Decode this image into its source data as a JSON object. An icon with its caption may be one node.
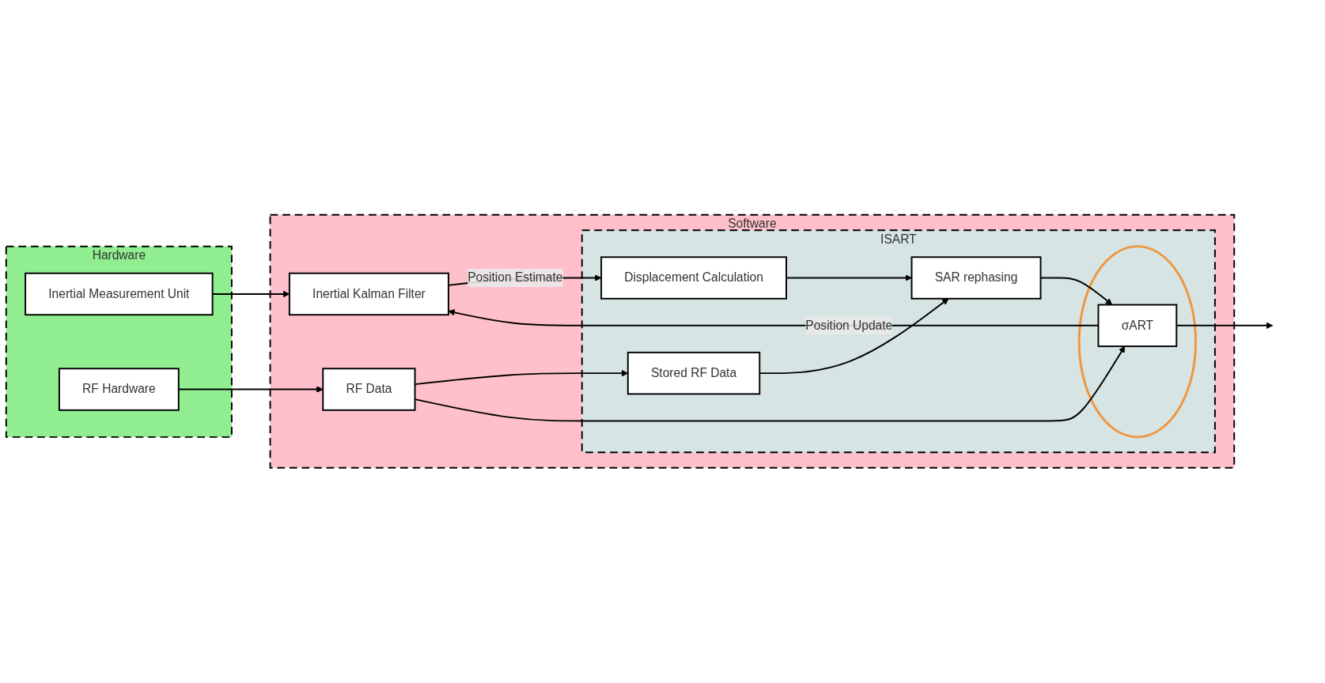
{
  "diagram": {
    "nodes": [
      {
        "text": [
          "Hardware"
        ]
      },
      {
        "text": [
          "Inertial Measurement Unit"
        ],
        "in": 0
      },
      {
        "text": [
          "RF Hardware"
        ],
        "in": 0
      },
      {
        "text": [
          "Software"
        ]
      },
      {
        "text": [
          "Inertial Kalman Filter"
        ],
        "in": 3
      },
      {
        "text": [
          "RF Data"
        ],
        "in": 3
      },
      {
        "text": [
          "ISART"
        ],
        "in": 3
      },
      {
        "text": [
          "Displacement Calculation"
        ],
        "in": 6
      },
      {
        "text": [
          "SAR rephasing"
        ],
        "in": 6
      },
      {
        "text": [],
        "shape": "circle",
        "in": 6
      },
      {
        "text": [
          "σART"
        ],
        "in": 9
      },
      {
        "text": [
          "Stored RF Data"
        ],
        "in": 6
      }
    ],
    "edges": [
      {
        "from": 1,
        "to": 4,
        "arrow": "to"
      },
      {
        "from": 4,
        "to": 7,
        "arrow": "to",
        "label": "Position Estimate"
      },
      {
        "from": 7,
        "to": 8,
        "arrow": "to"
      },
      {
        "from": 11,
        "to": 8,
        "arrow": "to"
      },
      {
        "from": 8,
        "to": 10,
        "arrow": "to"
      },
      {
        "from": 10,
        "to": null,
        "arrow": "to"
      },
      {
        "from": 10,
        "to": 4,
        "arrow": "to",
        "label": "Position Update"
      },
      {
        "from": 2,
        "to": 5,
        "arrow": "to"
      },
      {
        "from": 5,
        "to": 11,
        "arrow": "to"
      },
      {
        "from": 5,
        "to": 10,
        "arrow": "to"
      }
    ]
  }
}
